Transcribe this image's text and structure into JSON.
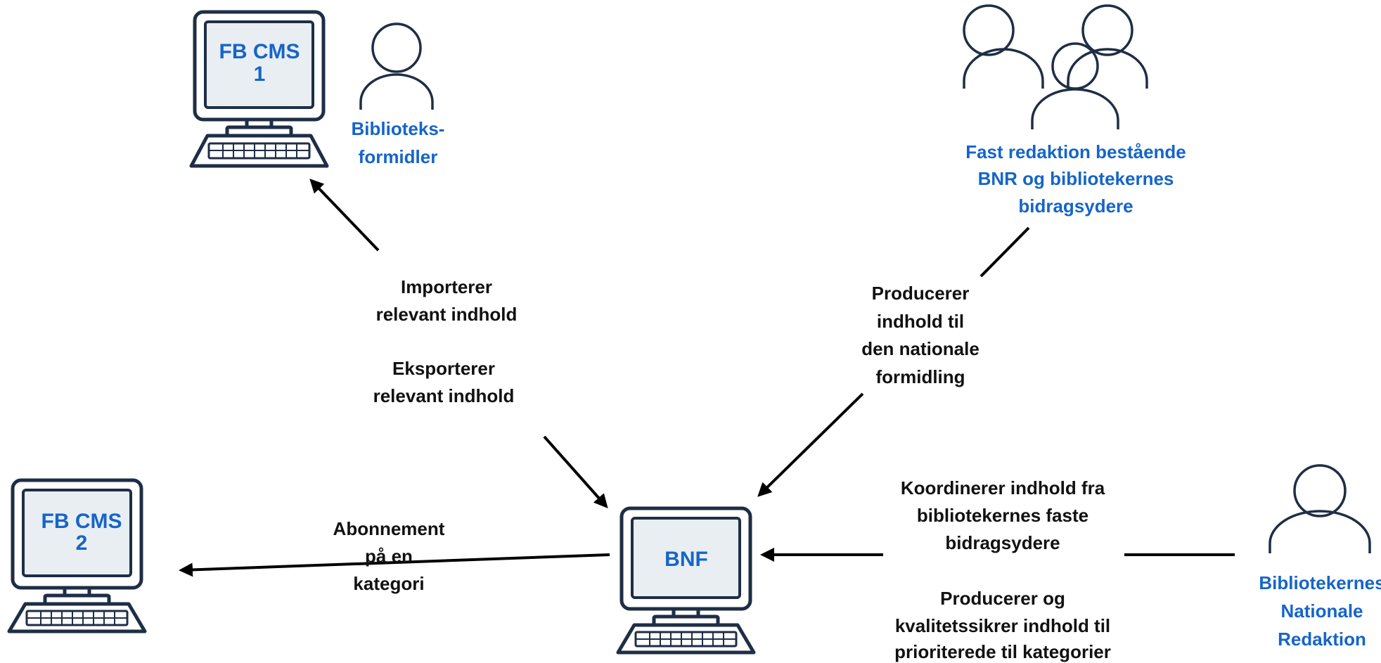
{
  "nodes": {
    "fbcms1": {
      "screen_line1": "FB CMS",
      "screen_line2": "1"
    },
    "fbcms2": {
      "screen_line1": "FB CMS",
      "screen_line2": "2"
    },
    "bnf": {
      "screen_line1": "BNF"
    }
  },
  "actors": {
    "bibliotek_formidler": {
      "line1": "Biblioteks-",
      "line2": "formidler"
    },
    "fast_redaktion": {
      "line1": "Fast redaktion bestående",
      "line2": "BNR og bibliotekernes",
      "line3": "bidragsydere"
    },
    "nationale_redaktion": {
      "line1": "Bibliotekernes",
      "line2": "Nationale",
      "line3": "Redaktion"
    }
  },
  "edge_labels": {
    "importerer": {
      "line1": "Importerer",
      "line2": "relevant indhold"
    },
    "eksporterer": {
      "line1": "Eksporterer",
      "line2": "relevant indhold"
    },
    "producerer": {
      "line1": "Producerer",
      "line2": "indhold til",
      "line3": "den nationale",
      "line4": "formidling"
    },
    "abonnement": {
      "line1": "Abonnement",
      "line2": "på en",
      "line3": "kategori"
    },
    "koordinerer": {
      "line1": "Koordinerer indhold fra",
      "line2": "bibliotekernes faste",
      "line3": "bidragsydere"
    },
    "kvalitetssikrer": {
      "line1": "Producerer og",
      "line2": "kvalitetssikrer indhold til",
      "line3": "prioriterede til kategorier"
    }
  },
  "colors": {
    "accent_blue": "#1565c8",
    "outline": "#1e2e45",
    "screen_fill": "#e9eef3",
    "text": "#111111"
  }
}
